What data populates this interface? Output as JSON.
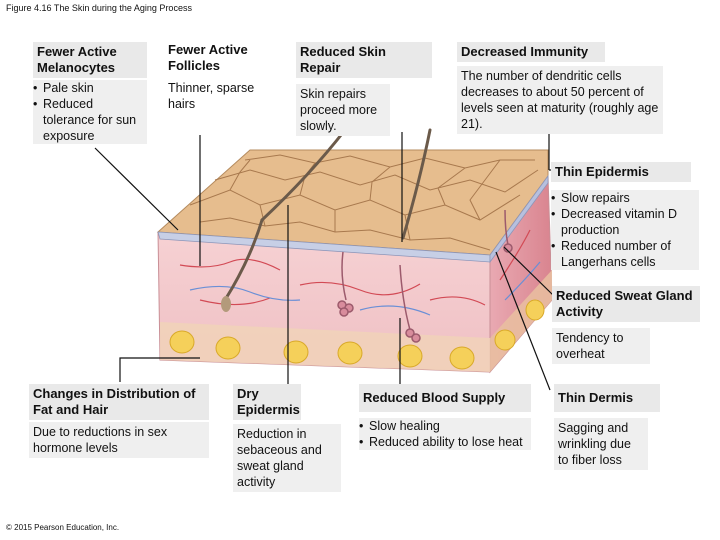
{
  "figure_title": "Figure 4.16 The Skin during the Aging Process",
  "copyright": "© 2015 Pearson Education, Inc.",
  "melanocytes": {
    "title": "Fewer Active Melanocytes",
    "bullets": [
      "Pale skin",
      "Reduced tolerance for sun exposure"
    ]
  },
  "follicles": {
    "title": "Fewer Active Follicles",
    "text": "Thinner, sparse hairs"
  },
  "repair": {
    "title": "Reduced Skin Repair",
    "text": "Skin repairs proceed more slowly."
  },
  "immunity": {
    "title": "Decreased Immunity",
    "text": "The number of dendritic cells decreases to about 50 percent of levels seen at maturity (roughly age 21)."
  },
  "epidermis": {
    "title": "Thin Epidermis",
    "bullets": [
      "Slow repairs",
      "Decreased vitamin D production",
      "Reduced number of Langerhans cells"
    ]
  },
  "sweat": {
    "title": "Reduced Sweat Gland Activity",
    "text": "Tendency to overheat"
  },
  "fat": {
    "title": "Changes in Distribution of Fat and Hair",
    "text": "Due to reductions in sex hormone levels"
  },
  "dry": {
    "title": "Dry Epidermis",
    "text": "Reduction in sebaceous and sweat gland activity"
  },
  "blood": {
    "title": "Reduced Blood Supply",
    "bullets": [
      "Slow healing",
      "Reduced ability to lose heat"
    ]
  },
  "dermis": {
    "title": "Thin Dermis",
    "text": "Sagging and wrinkling due to fiber loss"
  }
}
